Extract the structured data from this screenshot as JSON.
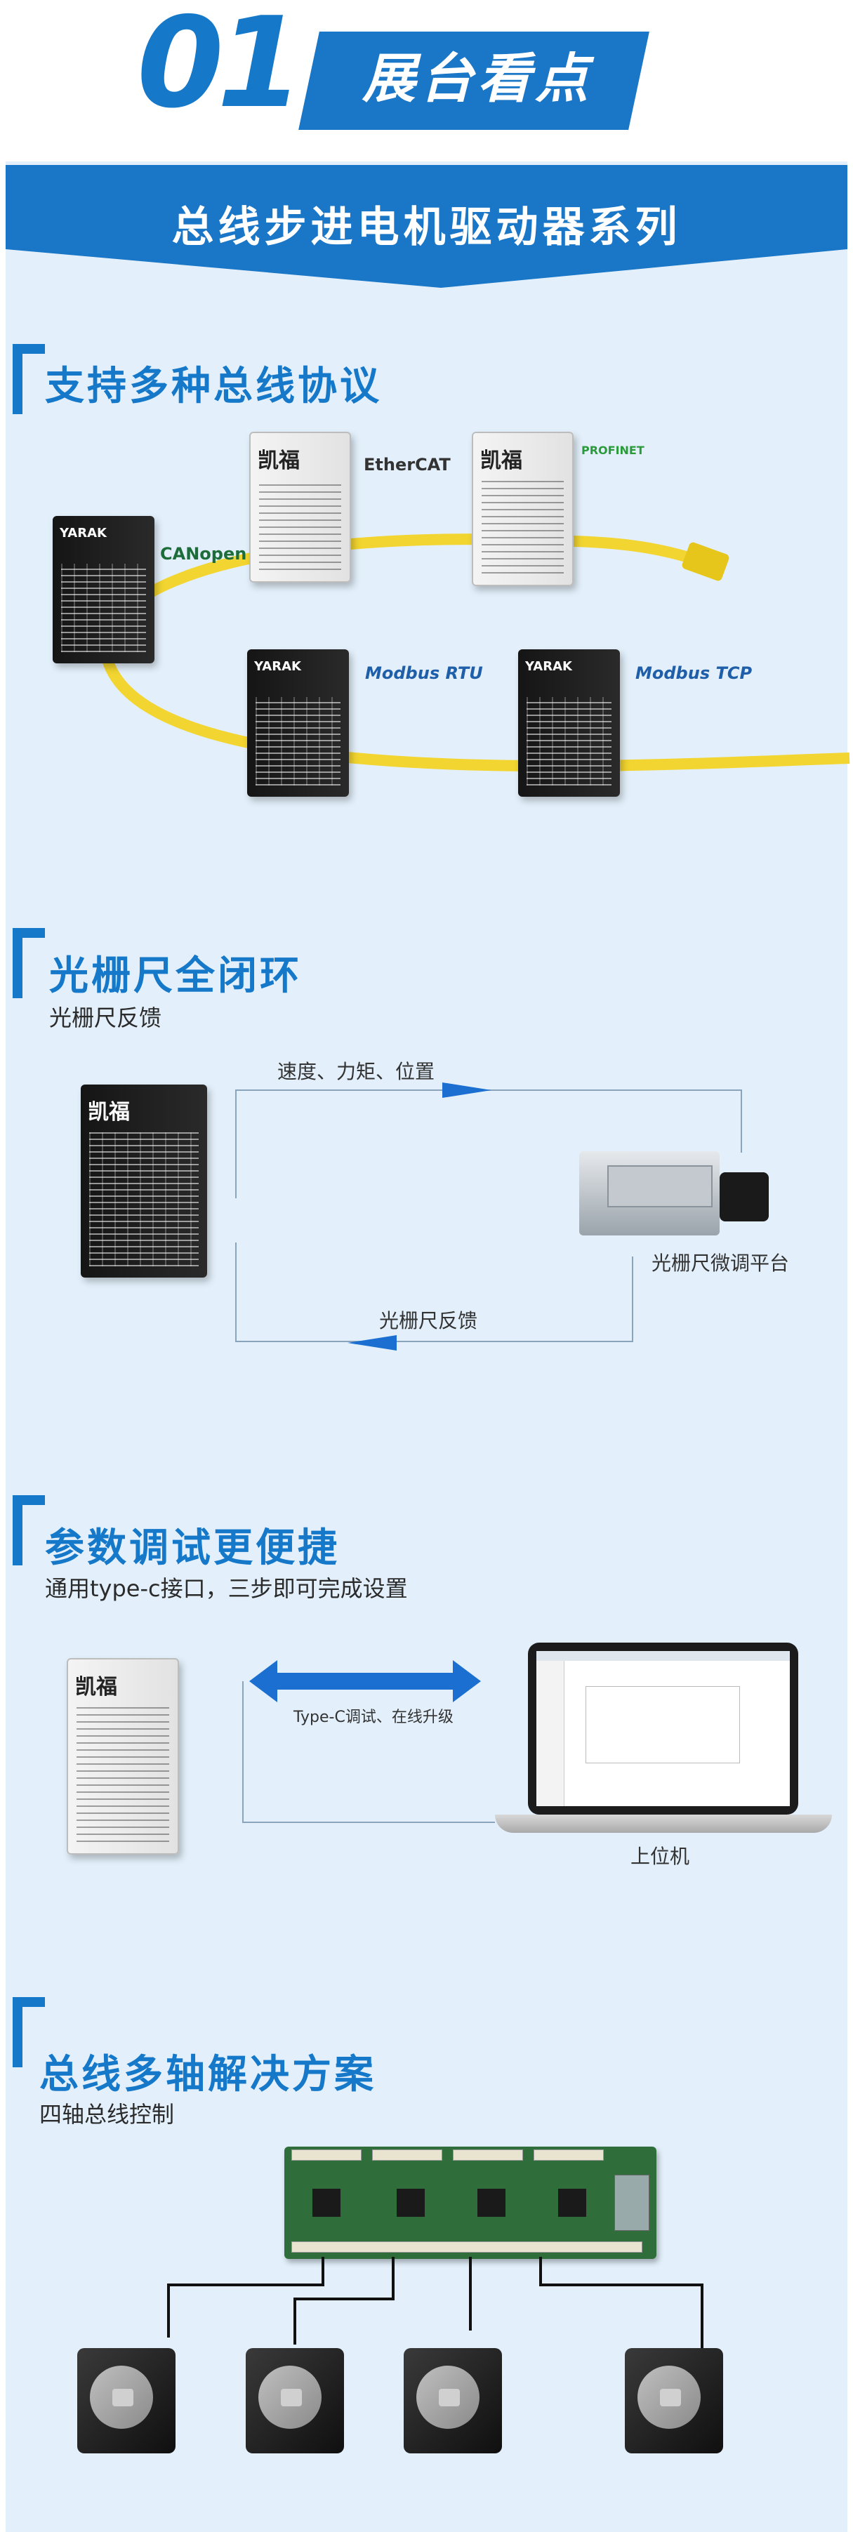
{
  "header": {
    "number": "01",
    "tag": "展台看点"
  },
  "banner": {
    "title": "总线步进电机驱动器系列"
  },
  "sections": [
    {
      "title": "支持多种总线协议",
      "protocols": {
        "canopen": "CANopen",
        "ethercat": "EtherCAT",
        "profinet": "PROFINET",
        "modbus_rtu": "Modbus RTU",
        "modbus_tcp": "Modbus TCP"
      }
    },
    {
      "title": "光栅尺全闭环",
      "subtitle": "光栅尺反馈",
      "labels": {
        "top_arrow": "速度、力矩、位置",
        "device": "光栅尺微调平台",
        "bottom_arrow": "光栅尺反馈"
      }
    },
    {
      "title": "参数调试更便捷",
      "subtitle": "通用type-c接口，三步即可完成设置",
      "labels": {
        "arrow": "Type-C调试、在线升级",
        "laptop": "上位机"
      }
    },
    {
      "title": "总线多轴解决方案",
      "subtitle": "四轴总线控制"
    }
  ],
  "drives": {
    "brand": "凯福",
    "sub_brand": "YARAK"
  },
  "colors": {
    "primary": "#1578c9",
    "panel": "#e3f0fb",
    "cable": "#f2d530",
    "arrow": "#1a6fd0"
  }
}
